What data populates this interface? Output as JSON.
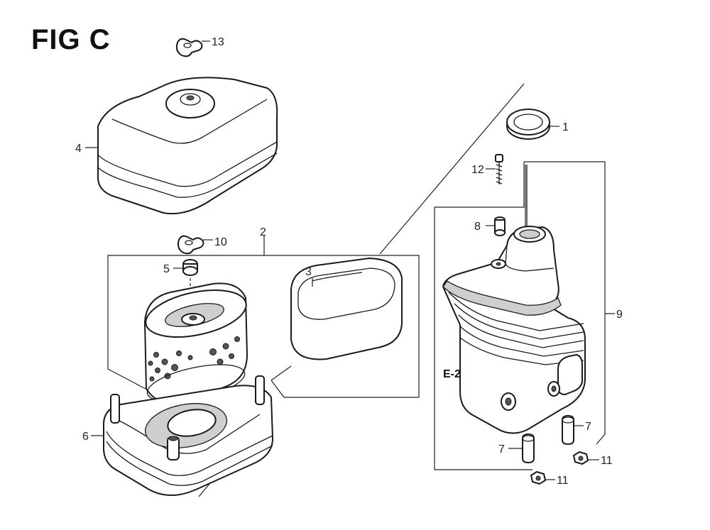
{
  "figure": {
    "title": "FIG C",
    "reference": "E-2"
  },
  "callouts": [
    {
      "id": "c1",
      "label": "1"
    },
    {
      "id": "c2",
      "label": "2"
    },
    {
      "id": "c3",
      "label": "3"
    },
    {
      "id": "c4",
      "label": "4"
    },
    {
      "id": "c5",
      "label": "5"
    },
    {
      "id": "c6",
      "label": "6"
    },
    {
      "id": "c7a",
      "label": "7"
    },
    {
      "id": "c7b",
      "label": "7"
    },
    {
      "id": "c8",
      "label": "8"
    },
    {
      "id": "c9",
      "label": "9"
    },
    {
      "id": "c10",
      "label": "10"
    },
    {
      "id": "c11a",
      "label": "11"
    },
    {
      "id": "c11b",
      "label": "11"
    },
    {
      "id": "c12",
      "label": "12"
    },
    {
      "id": "c13",
      "label": "13"
    }
  ],
  "colors": {
    "line": "#1a1a1a",
    "shade": "#cfcfcf",
    "background": "#ffffff"
  }
}
